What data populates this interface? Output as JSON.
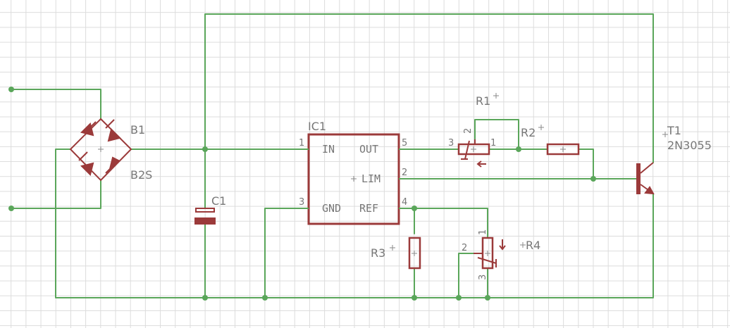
{
  "parts": {
    "bridge": {
      "name": "B1",
      "value": "B2S"
    },
    "c1": {
      "name": "C1"
    },
    "ic1": {
      "name": "IC1",
      "pin_in_num": "1",
      "pin_in_name": "IN",
      "pin_out_num": "5",
      "pin_out_name": "OUT",
      "pin_lim_num": "2",
      "pin_lim_name": "LIM",
      "pin_gnd_num": "3",
      "pin_gnd_name": "GND",
      "pin_ref_num": "4",
      "pin_ref_name": "REF"
    },
    "r1": {
      "name": "R1",
      "pin_a": "3",
      "pin_b": "1",
      "pin_wiper": "2"
    },
    "r2": {
      "name": "R2"
    },
    "r3": {
      "name": "R3"
    },
    "r4": {
      "name": "R4",
      "pin_a": "1",
      "pin_b": "3",
      "pin_wiper": "2"
    },
    "t1": {
      "name": "T1",
      "value": "2N3055"
    }
  },
  "colors": {
    "wire": "#5aa65a",
    "part": "#9b3a3a",
    "label": "#777777",
    "grid": "#dcdcdc"
  }
}
